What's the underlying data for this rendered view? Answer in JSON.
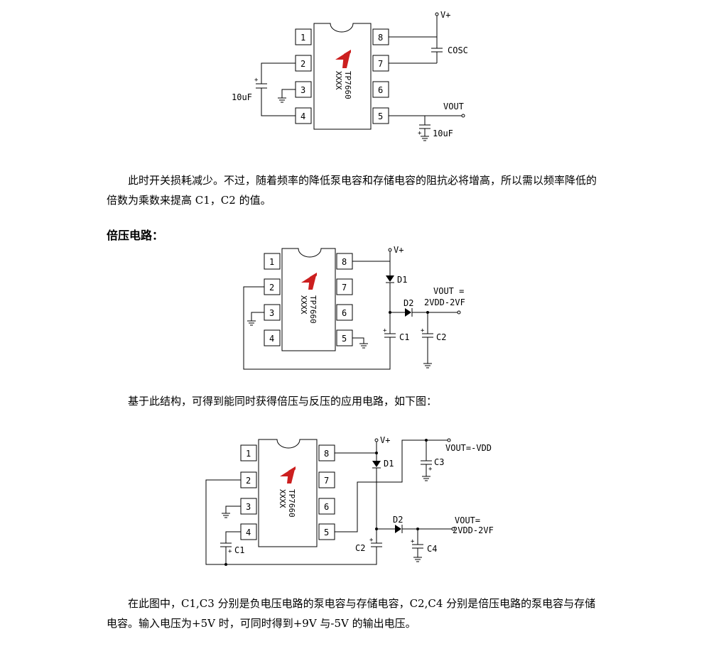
{
  "chip": {
    "pins": [
      "1",
      "2",
      "3",
      "4",
      "5",
      "6",
      "7",
      "8"
    ],
    "part": "TP7660",
    "code": "XXXX",
    "logo_color": "#cc1f1f"
  },
  "fig1": {
    "labels": {
      "vplus": "V+",
      "cosc": "COSC",
      "vout": "VOUT",
      "cap_left": "10uF",
      "cap_out": "10uF"
    }
  },
  "para1": {
    "text": "此时开关损耗减少。不过，随着频率的降低泵电容和存储电容的阻抗必将增高，所以需以频率降低的倍数为乘数来提高 C1，C2 的值。"
  },
  "heading": {
    "text": "倍压电路："
  },
  "fig2": {
    "labels": {
      "vplus": "V+",
      "d1": "D1",
      "d2": "D2",
      "vout1": "VOUT =",
      "vout2": "2VDD-2VF",
      "c1": "C1",
      "c2": "C2"
    }
  },
  "para2": {
    "text": "基于此结构，可得到能同时获得倍压与反压的应用电路，如下图："
  },
  "fig3": {
    "labels": {
      "vplus": "V+",
      "d1": "D1",
      "d2": "D2",
      "c1": "C1",
      "c2": "C2",
      "c3": "C3",
      "c4": "C4",
      "vout_neg": "VOUT=-VDD",
      "vout1": "VOUT=",
      "vout2": "2VDD-2VF"
    }
  },
  "para3": {
    "text": "在此图中，C1,C3 分别是负电压电路的泵电容与存储电容，C2,C4 分别是倍压电路的泵电容与存储电容。输入电压为+5V 时，可同时得到+9V 与-5V 的输出电压。"
  }
}
